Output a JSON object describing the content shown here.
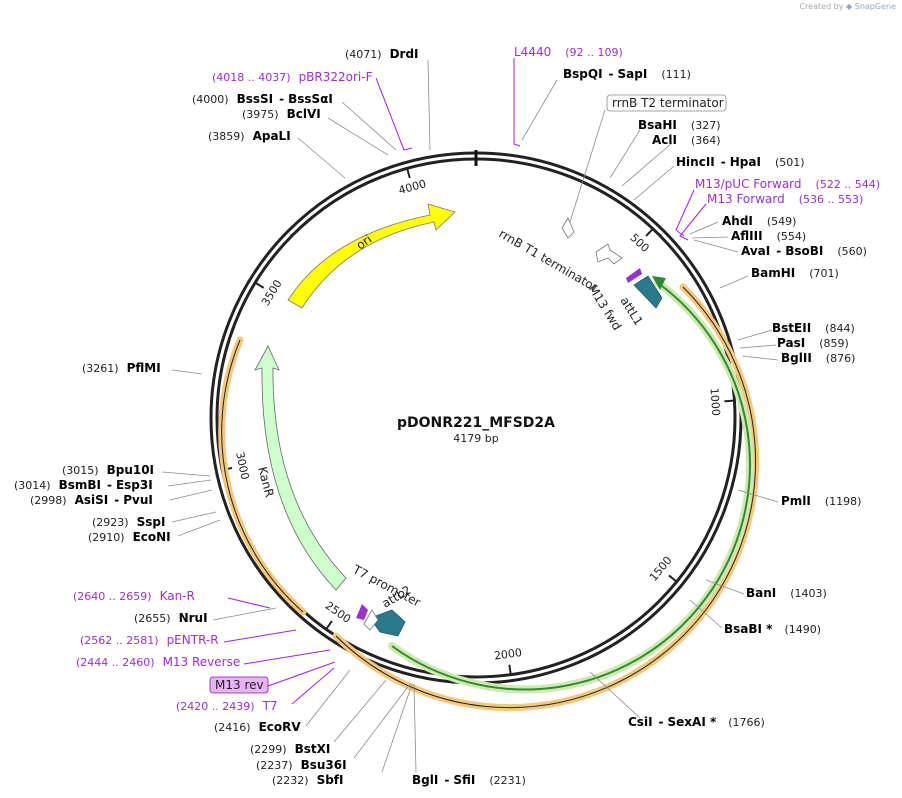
{
  "credit": {
    "prefix": "Created by",
    "brand": "SnapGene"
  },
  "map": {
    "name": "pDONR221_MFSD2A",
    "size_label": "4179 bp",
    "length": 4179,
    "ticks": [
      {
        "pos": 500,
        "label": "500"
      },
      {
        "pos": 1000,
        "label": "1000"
      },
      {
        "pos": 1500,
        "label": "1500"
      },
      {
        "pos": 2000,
        "label": "2000"
      },
      {
        "pos": 2500,
        "label": "2500"
      },
      {
        "pos": 3000,
        "label": "3000"
      },
      {
        "pos": 3500,
        "label": "3500"
      },
      {
        "pos": 4000,
        "label": "4000"
      }
    ],
    "features": [
      {
        "id": "ori",
        "label": "ori",
        "color": "#ffff00"
      },
      {
        "id": "kanr",
        "label": "KanR",
        "color": "#ccffcc"
      },
      {
        "id": "mfsd2a",
        "label": "",
        "color": "#2d8c2d"
      },
      {
        "id": "attl1",
        "label": "attL1",
        "color": "#2b7a8c"
      },
      {
        "id": "attl2",
        "label": "attL2",
        "color": "#2b7a8c"
      },
      {
        "id": "rrnb_t1",
        "label": "rrnB T1 terminator",
        "color": "#ffffff"
      },
      {
        "id": "rrnb_t2",
        "label": "rrnB T2 terminator",
        "color": "#ffffff"
      },
      {
        "id": "m13_fwd",
        "label": "M13 fwd",
        "color": "#9b30d0"
      },
      {
        "id": "t7_promoter",
        "label": "T7 promoter",
        "color": "#ffffff"
      },
      {
        "id": "m13_rev_box",
        "label": "M13 rev",
        "color": "#e8b3f5"
      }
    ],
    "enzymes": [
      {
        "id": "drdi",
        "pos": "(4071)",
        "name": "DrdI",
        "name2": ""
      },
      {
        "id": "bspqi",
        "pos": "(111)",
        "name": "BspQI",
        "name2": "SapI"
      },
      {
        "id": "bsssi",
        "pos": "(4000)",
        "name": "BssSI",
        "name2": "BssSαI"
      },
      {
        "id": "bclvi",
        "pos": "(3975)",
        "name": "BclVI",
        "name2": ""
      },
      {
        "id": "apali",
        "pos": "(3859)",
        "name": "ApaLI",
        "name2": ""
      },
      {
        "id": "bsahi",
        "pos": "(327)",
        "name": "BsaHI",
        "name2": ""
      },
      {
        "id": "acli",
        "pos": "(364)",
        "name": "AclI",
        "name2": ""
      },
      {
        "id": "hincii",
        "pos": "(501)",
        "name": "HincII",
        "name2": "HpaI"
      },
      {
        "id": "ahdi",
        "pos": "(549)",
        "name": "AhdI",
        "name2": ""
      },
      {
        "id": "aflii",
        "pos": "(554)",
        "name": "AflIII",
        "name2": ""
      },
      {
        "id": "avai",
        "pos": "(560)",
        "name": "AvaI",
        "name2": "BsoBI"
      },
      {
        "id": "bamhi",
        "pos": "(701)",
        "name": "BamHI",
        "name2": ""
      },
      {
        "id": "bsteii",
        "pos": "(844)",
        "name": "BstEII",
        "name2": ""
      },
      {
        "id": "pasi",
        "pos": "(859)",
        "name": "PasI",
        "name2": ""
      },
      {
        "id": "bglii",
        "pos": "(876)",
        "name": "BglII",
        "name2": ""
      },
      {
        "id": "pmli",
        "pos": "(1198)",
        "name": "PmlI",
        "name2": ""
      },
      {
        "id": "bani",
        "pos": "(1403)",
        "name": "BanI",
        "name2": ""
      },
      {
        "id": "bsabi",
        "pos": "(1490)",
        "name": "BsaBI *",
        "name2": ""
      },
      {
        "id": "csii",
        "pos": "(1766)",
        "name": "CsiI",
        "name2": "SexAI *"
      },
      {
        "id": "bgli",
        "pos": "(2231)",
        "name": "BglI",
        "name2": "SfiI"
      },
      {
        "id": "sbfi",
        "pos": "(2232)",
        "name": "SbfI",
        "name2": ""
      },
      {
        "id": "bsu36i",
        "pos": "(2237)",
        "name": "Bsu36I",
        "name2": ""
      },
      {
        "id": "bstxi",
        "pos": "(2299)",
        "name": "BstXI",
        "name2": ""
      },
      {
        "id": "ecorv",
        "pos": "(2416)",
        "name": "EcoRV",
        "name2": ""
      },
      {
        "id": "nrui",
        "pos": "(2655)",
        "name": "NruI",
        "name2": ""
      },
      {
        "id": "econi",
        "pos": "(2910)",
        "name": "EcoNI",
        "name2": ""
      },
      {
        "id": "sspi",
        "pos": "(2923)",
        "name": "SspI",
        "name2": ""
      },
      {
        "id": "asisi",
        "pos": "(2998)",
        "name": "AsiSI",
        "name2": "PvuI"
      },
      {
        "id": "bsmbi",
        "pos": "(3014)",
        "name": "BsmBI",
        "name2": "Esp3I"
      },
      {
        "id": "bpu10i",
        "pos": "(3015)",
        "name": "Bpu10I",
        "name2": ""
      },
      {
        "id": "pflmi",
        "pos": "(3261)",
        "name": "PflMI",
        "name2": ""
      }
    ],
    "primers": [
      {
        "id": "l4440",
        "name": "L4440",
        "range": "(92 .. 109)"
      },
      {
        "id": "pbr322ori",
        "name": "pBR322ori-F",
        "range": "(4018 .. 4037)"
      },
      {
        "id": "m13puc",
        "name": "M13/pUC Forward",
        "range": "(522 .. 544)"
      },
      {
        "id": "m13forward",
        "name": "M13 Forward",
        "range": "(536 .. 553)"
      },
      {
        "id": "kanr_primer",
        "name": "Kan-R",
        "range": "(2640 .. 2659)"
      },
      {
        "id": "pentr",
        "name": "pENTR-R",
        "range": "(2562 .. 2581)"
      },
      {
        "id": "m13reverse",
        "name": "M13 Reverse",
        "range": "(2444 .. 2460)"
      },
      {
        "id": "t7",
        "name": "T7",
        "range": "(2420 .. 2439)"
      }
    ]
  }
}
